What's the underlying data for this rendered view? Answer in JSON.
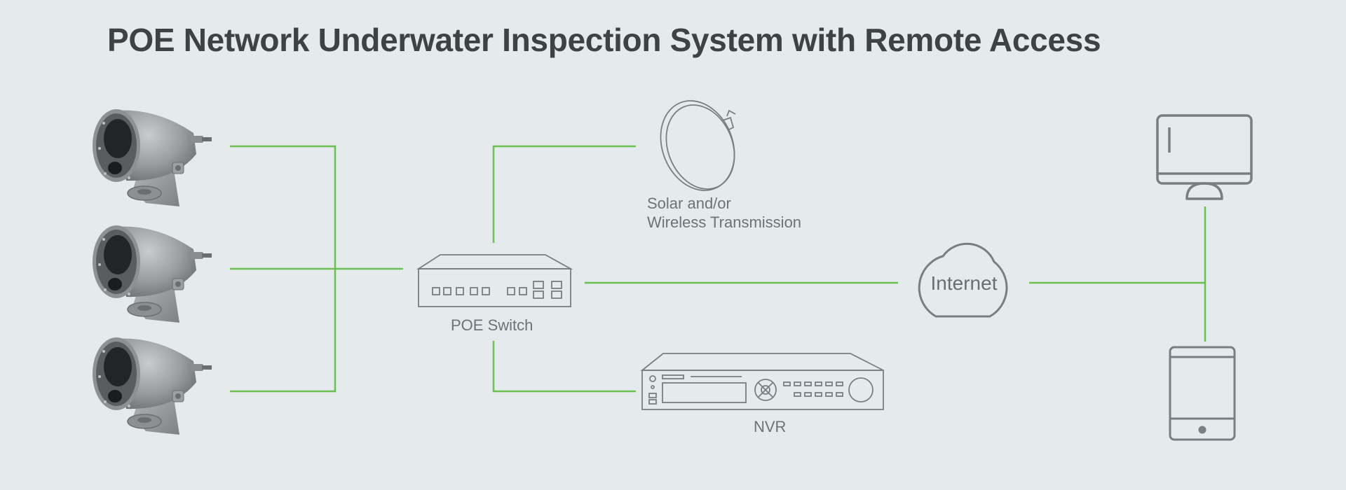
{
  "title": "POE Network Underwater Inspection System with Remote Access",
  "nodes": {
    "cameras": [
      {
        "icon": "underwater-camera-icon"
      },
      {
        "icon": "underwater-camera-icon"
      },
      {
        "icon": "underwater-camera-icon"
      }
    ],
    "poe_switch": {
      "label": "POE Switch",
      "icon": "network-switch-icon"
    },
    "solar_wireless": {
      "label_line1": "Solar and/or",
      "label_line2": "Wireless Transmission",
      "icon": "satellite-dish-icon"
    },
    "nvr": {
      "label": "NVR",
      "icon": "nvr-recorder-icon"
    },
    "internet": {
      "label": "Internet",
      "icon": "cloud-icon"
    },
    "monitor": {
      "icon": "monitor-icon"
    },
    "tablet": {
      "icon": "tablet-icon"
    }
  },
  "colors": {
    "background": "#e5eaed",
    "connector": "#6cbf4f",
    "outline": "#7a7e82",
    "title": "#3f4245",
    "label": "#6e7276"
  }
}
